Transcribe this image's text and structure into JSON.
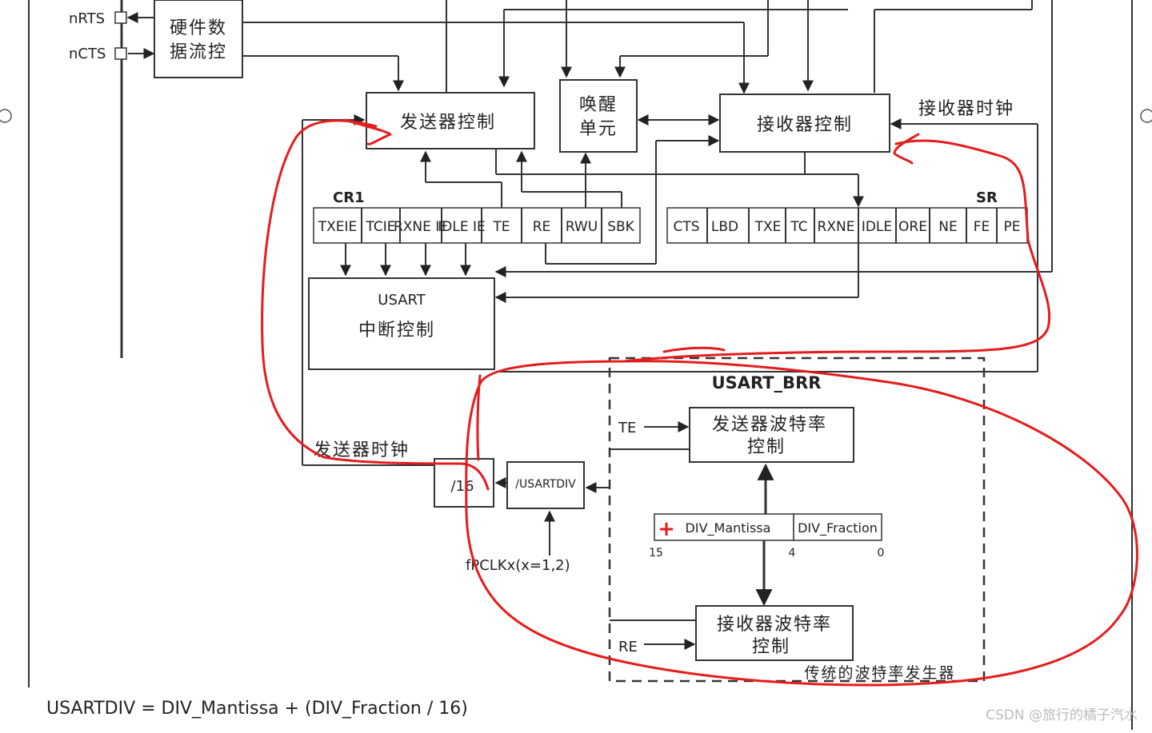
{
  "signals": {
    "nrts": "nRTS",
    "ncts": "nCTS",
    "te": "TE",
    "re": "RE"
  },
  "blocks": {
    "hw_flow": [
      "硬件数",
      "据流控"
    ],
    "tx_ctrl": "发送器控制",
    "wakeup": [
      "唤醒",
      "单元"
    ],
    "rx_ctrl": "接收器控制",
    "usart_int": [
      "USART",
      "中断控制"
    ],
    "div16": "/16",
    "usartdiv": "/USARTDIV",
    "tx_baud": [
      "发送器波特率",
      "控制"
    ],
    "rx_baud": [
      "接收器波特率",
      "控制"
    ]
  },
  "labels": {
    "rx_clock": "接收器时钟",
    "tx_clock": "发送器时钟",
    "pclk": "fPCLKx(x=1,2)",
    "brr_title": "USART_BRR",
    "classic": "传统的波特率发生器",
    "formula": "USARTDIV = DIV_Mantissa + (DIV_Fraction / 16)",
    "watermark": "CSDN @旅行的橘子汽水"
  },
  "cr1": {
    "name": "CR1",
    "bits": [
      "TXEIE",
      "TCIE",
      "RXNE IE",
      "IDLE IE",
      "TE",
      "RE",
      "RWU",
      "SBK"
    ]
  },
  "sr": {
    "name": "SR",
    "bits": [
      "CTS",
      "LBD",
      "TXE",
      "TC",
      "RXNE",
      "IDLE",
      "ORE",
      "NE",
      "FE",
      "PE"
    ]
  },
  "brr": {
    "mantissa": "DIV_Mantissa",
    "fraction": "DIV_Fraction",
    "bit_hi": "15",
    "bit_mid": "4",
    "bit_lo": "0",
    "plus_sign": "+"
  },
  "colors": {
    "annotation": "#e51c1c",
    "line": "#333333"
  }
}
